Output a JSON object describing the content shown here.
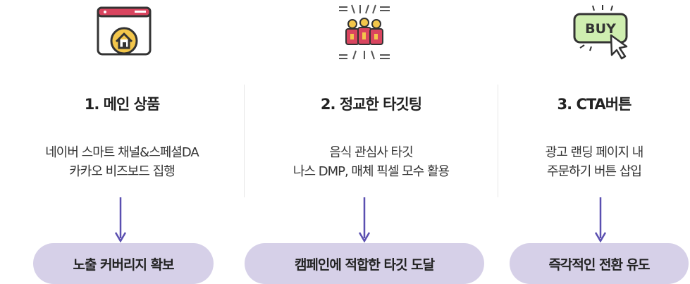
{
  "steps": [
    {
      "title": "1. 메인 상품",
      "lines": [
        "네이버 스마트 채널&스페셜DA",
        "카카오 비즈보드 집행"
      ],
      "result": "노출 커버리지 확보",
      "icon": "browser-home-icon"
    },
    {
      "title": "2. 정교한 타깃팅",
      "lines": [
        "음식 관심사 타깃",
        "나스 DMP, 매체 픽셀 모수 활용"
      ],
      "result": "캠페인에 적합한 타깃 도달",
      "icon": "audience-targeting-icon"
    },
    {
      "title": "3. CTA버튼",
      "lines": [
        "광고 랜딩 페이지 내",
        "주문하기 버튼 삽입"
      ],
      "result": "즉각적인 전환 유도",
      "icon": "buy-button-click-icon",
      "icon_text": "BUY"
    }
  ],
  "colors": {
    "arrow": "#5a4fb0",
    "pill": "#d6d0e8",
    "icon_red": "#d9455f",
    "icon_yellow": "#f3c64b",
    "icon_green": "#cfeeb0"
  }
}
